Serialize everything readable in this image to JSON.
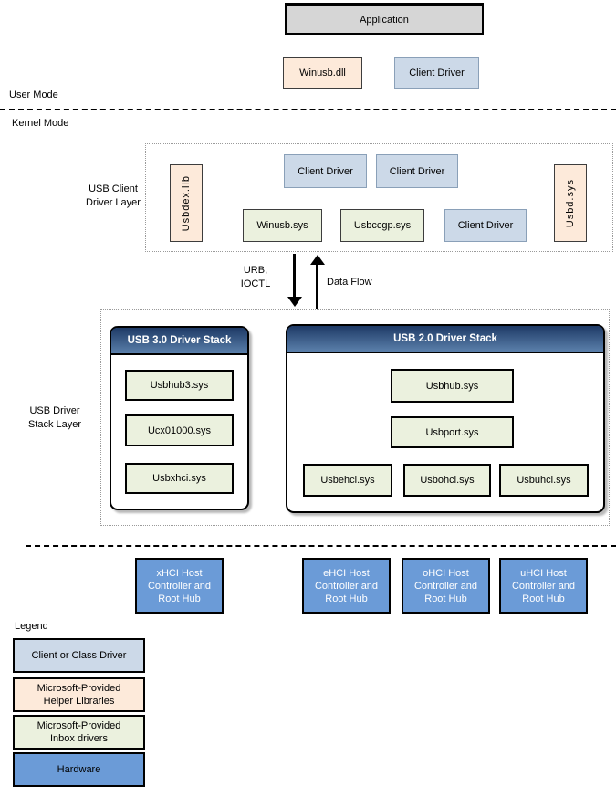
{
  "colors": {
    "gray": "#d6d6d6",
    "peach": "#fdeada",
    "light_blue": "#ccd9e8",
    "light_green": "#ebf1de",
    "medium_blue": "#6b9bd7",
    "header_top": "#1e3a66",
    "header_bottom": "#5b80ab"
  },
  "modes": {
    "user": "User Mode",
    "kernel": "Kernel Mode"
  },
  "user_mode": {
    "application": "Application",
    "winusb_dll": "Winusb.dll",
    "client_driver": "Client Driver"
  },
  "client_layer": {
    "label_line1": "USB Client",
    "label_line2": "Driver Layer",
    "usbdex_lib": "Usbdex.lib",
    "client_driver_1": "Client Driver",
    "client_driver_2": "Client Driver",
    "winusb_sys": "Winusb.sys",
    "usbccgp_sys": "Usbccgp.sys",
    "client_driver_3": "Client Driver",
    "usbd_sys": "Usbd.sys"
  },
  "arrows": {
    "urb_line1": "URB,",
    "urb_line2": "IOCTL",
    "data_flow": "Data Flow"
  },
  "stack_layer": {
    "label_line1": "USB Driver",
    "label_line2": "Stack Layer",
    "usb30": {
      "title": "USB 3.0 Driver Stack",
      "items": [
        "Usbhub3.sys",
        "Ucx01000.sys",
        "Usbxhci.sys"
      ]
    },
    "usb20": {
      "title": "USB 2.0 Driver Stack",
      "hub": "Usbhub.sys",
      "port": "Usbport.sys",
      "controllers": [
        "Usbehci.sys",
        "Usbohci.sys",
        "Usbuhci.sys"
      ]
    }
  },
  "hardware": {
    "xhci": "xHCI Host Controller and Root Hub",
    "ehci": "eHCI Host Controller and Root Hub",
    "ohci": "oHCI Host Controller and Root Hub",
    "uhci": "uHCI Host Controller and Root Hub"
  },
  "legend": {
    "title": "Legend",
    "items": [
      {
        "label": "Client or Class Driver"
      },
      {
        "label": "Microsoft-Provided Helper Libraries"
      },
      {
        "label": "Microsoft-Provided Inbox drivers"
      },
      {
        "label": "Hardware"
      }
    ]
  }
}
